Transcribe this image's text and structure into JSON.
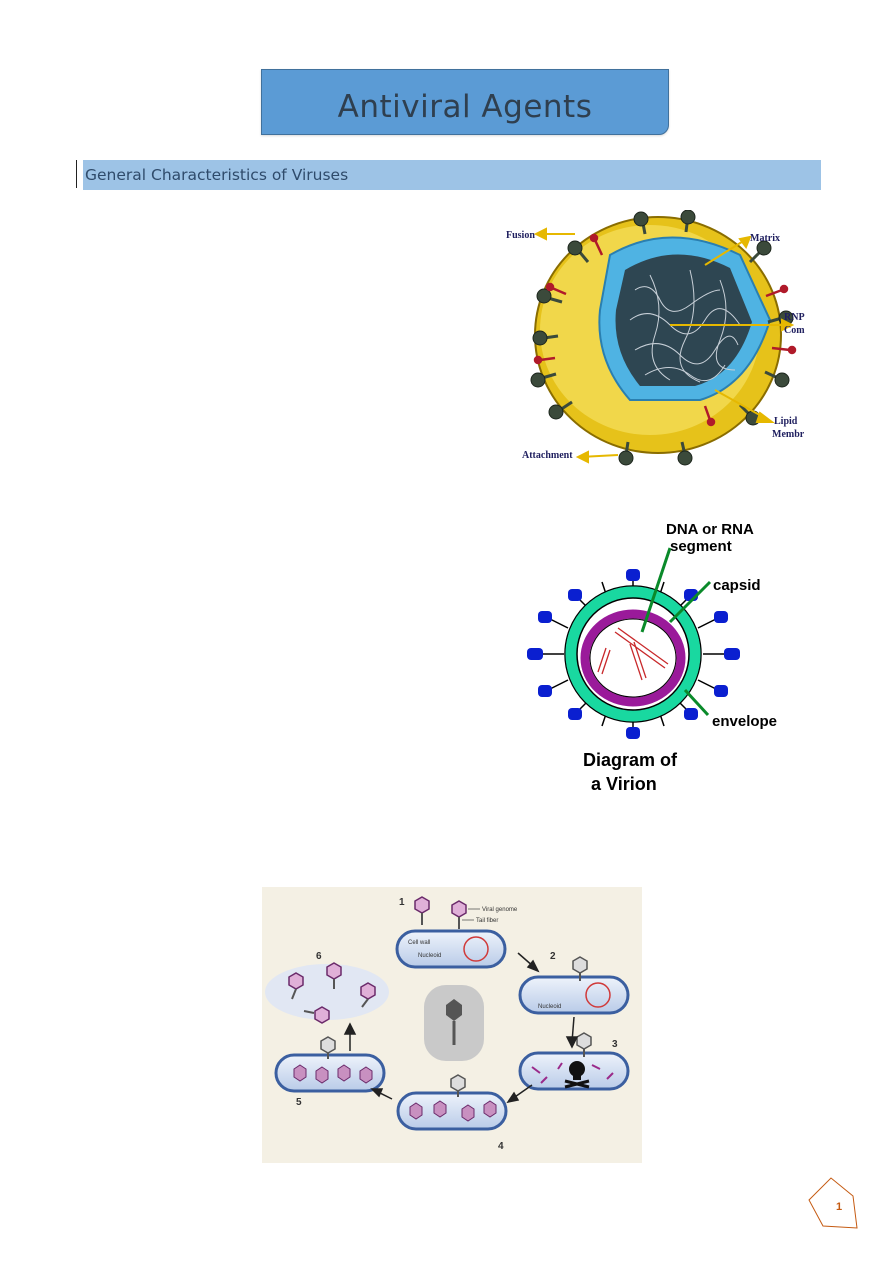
{
  "document": {
    "title": "Antiviral Agents",
    "section_heading": "General Characteristics of Viruses",
    "page_number": "1"
  },
  "figure_influenza": {
    "labels": {
      "fusion": "Fusion",
      "matrix": "Matrix",
      "rnp_line1": "RNP",
      "rnp_line2": "Com",
      "lipid_line1": "Lipid",
      "lipid_line2": "Membr",
      "attachment": "Attachment"
    },
    "colors": {
      "envelope": "#e6c21a",
      "matrix_layer": "#4fb3e3",
      "core": "#2e4652"
    }
  },
  "figure_virion": {
    "labels": {
      "genome_line1": "DNA or RNA",
      "genome_line2": "segment",
      "capsid": "capsid",
      "envelope": "envelope",
      "caption_line1": "Diagram of",
      "caption_line2": "a Virion"
    },
    "colors": {
      "envelope": "#19d8a0",
      "capsid": "#9a1a9a",
      "spike": "#0a1fd0",
      "pointer": "#0a8a2a"
    }
  },
  "figure_lifecycle": {
    "steps": [
      "1",
      "2",
      "3",
      "4",
      "5",
      "6"
    ],
    "labels": {
      "viral_genome": "Viral genome",
      "tail_fiber": "Tail fiber",
      "cell_wall": "Cell wall",
      "nucleoid_1": "Nucleoid",
      "nucleoid_2": "Nucleoid"
    }
  }
}
